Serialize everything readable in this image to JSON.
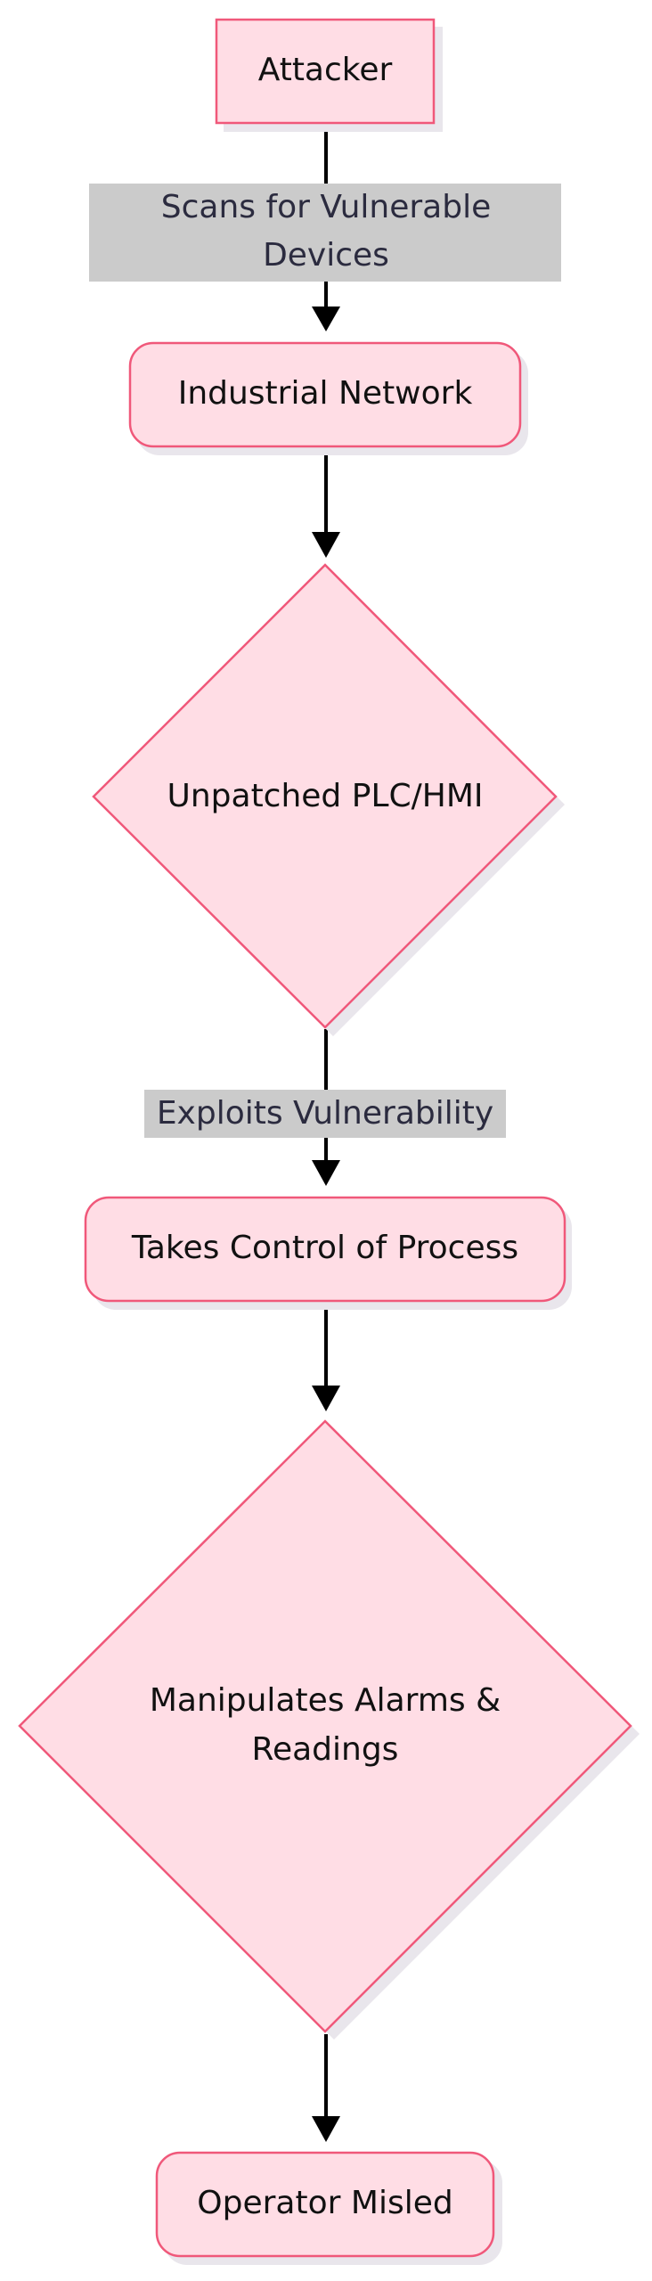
{
  "nodes": {
    "attacker": {
      "label": "Attacker"
    },
    "industrial_network": {
      "label": "Industrial Network"
    },
    "unpatched": {
      "label": "Unpatched PLC/HMI"
    },
    "takes_control": {
      "label": "Takes Control of Process"
    },
    "manipulates": {
      "line1": "Manipulates Alarms &",
      "line2": "Readings"
    },
    "operator": {
      "label": "Operator Misled"
    }
  },
  "edges": {
    "scans": {
      "line1": "Scans for Vulnerable",
      "line2": "Devices"
    },
    "exploits": {
      "label": "Exploits Vulnerability"
    }
  },
  "colors": {
    "node_fill": "#ffdde5",
    "node_stroke": "#f0587a",
    "edge_label_bg": "#cbcbcb",
    "edge": "#000000"
  }
}
